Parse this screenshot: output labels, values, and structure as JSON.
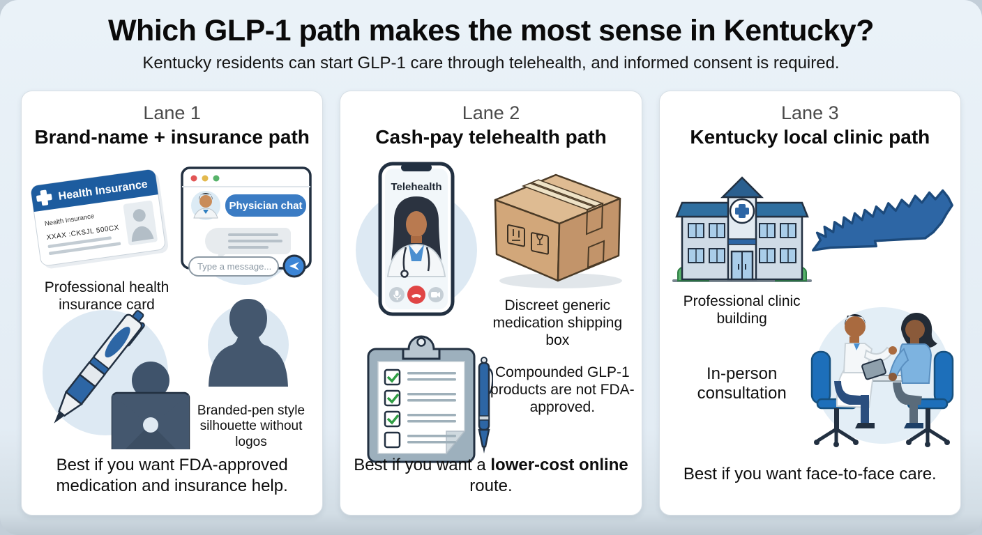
{
  "page": {
    "title": "Which GLP-1 path makes the most sense in Kentucky?",
    "subtitle": "Kentucky residents can start GLP-1 care through telehealth, and informed consent is required."
  },
  "colors": {
    "background": "#e3ecf4",
    "card": "#ffffff",
    "accent_blue": "#2d66a5",
    "dark_navy": "#44576e",
    "light_circle": "#dde9f3",
    "box_tan": "#d2a77a",
    "check_green": "#2f9e44",
    "end_call_red": "#e04545"
  },
  "icons": [
    "plus-cross-icon",
    "window-dots-icon",
    "send-icon",
    "mic-icon",
    "end-call-icon",
    "video-icon",
    "checkmark-icon",
    "fragile-icon",
    "medical-cross-icon"
  ],
  "lanes": [
    {
      "label": "Lane 1",
      "title": "Brand-name + insurance path",
      "insurance_card": {
        "header": "Health Insurance",
        "line1": "Nealth Insurance",
        "line2": "XXAX :CKSJL 500CX"
      },
      "chat": {
        "bubble": "Physician chat",
        "placeholder": "Type a message..."
      },
      "captions": {
        "insurance": "Professional health insurance card",
        "pen": "Branded-pen style silhouette without logos"
      },
      "footer": {
        "pre": "Best if you want FDA-approved medication and insurance help.",
        "bold": "",
        "post": ""
      }
    },
    {
      "label": "Lane 2",
      "title": "Cash-pay telehealth path",
      "phone": {
        "label": "Telehealth"
      },
      "captions": {
        "box": "Discreet generic medication shipping box",
        "compounded": "Compounded GLP-1 products are not FDA-approved."
      },
      "footer": {
        "pre": "Best if you want a ",
        "bold": "lower-cost online",
        "post": " route."
      }
    },
    {
      "label": "Lane 3",
      "title": "Kentucky local clinic path",
      "captions": {
        "clinic": "Professional clinic building",
        "consult": "In-person consultation"
      },
      "footer": {
        "pre": "Best if you want face-to-face care.",
        "bold": "",
        "post": ""
      }
    }
  ]
}
